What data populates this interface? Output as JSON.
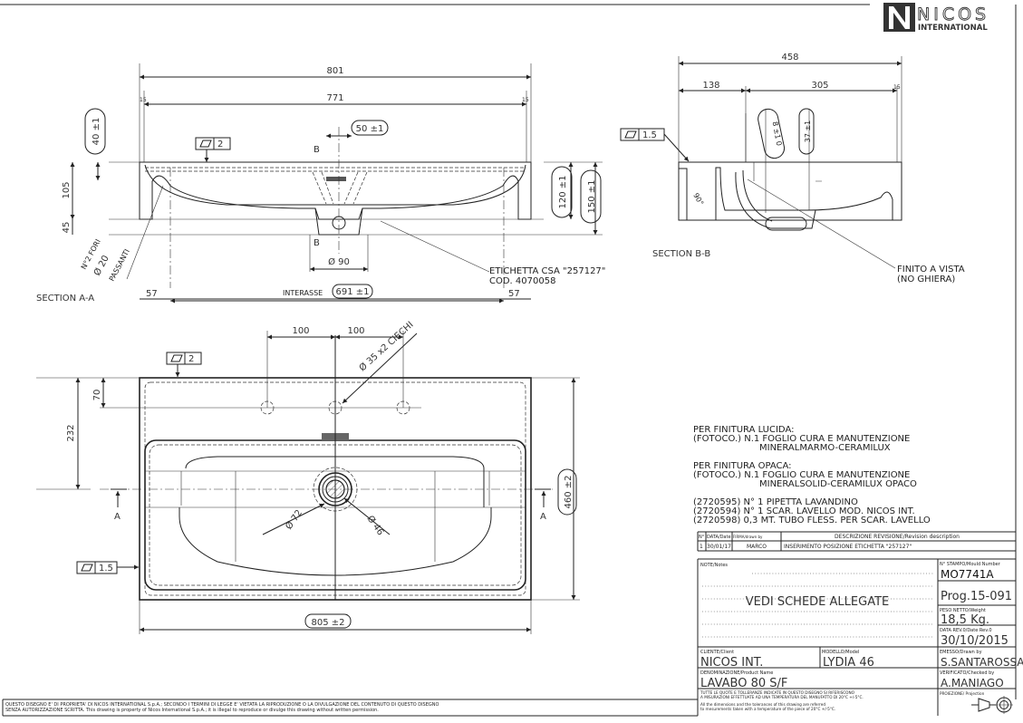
{
  "logo": {
    "brand": "NICOS",
    "sub": "INTERNATIONAL"
  },
  "section_aa": {
    "label": "SECTION A-A",
    "dim_801": "801",
    "dim_771": "771",
    "dim_15_left": "15",
    "dim_15_right": "15",
    "dim_40": "40 ±1",
    "dim_105": "105",
    "dim_45": "45",
    "dim_120": "120 ±1",
    "dim_150": "150 ±1",
    "dim_50": "50 ±1",
    "flatness": "2",
    "cut_b": "B",
    "dim_90": "Ø 90",
    "holes_1": "N°2 FORI",
    "holes_2": "Ø 20",
    "holes_3": "PASSANTI",
    "interasse_label": "INTERASSE",
    "interasse": "691 ±1",
    "dim_57_left": "57",
    "dim_57_right": "57",
    "label_1": "ETICHETTA CSA \"257127\"",
    "label_2": "COD. 4070058"
  },
  "section_bb": {
    "label": "SECTION B-B",
    "dim_458": "458",
    "dim_138": "138",
    "dim_305": "305",
    "dim_15": "15",
    "dim_8": "8 ±1 0",
    "dim_37": "37 ±1",
    "flatness": "1.5",
    "angle": "90°",
    "finish_1": "FINITO A VISTA",
    "finish_2": "(NO GHIERA)"
  },
  "plan": {
    "dim_100_left": "100",
    "dim_100_right": "100",
    "holes": "Ø 35 x2 CIECHI",
    "flatness_top": "2",
    "flatness_side": "1.5",
    "dim_70": "70",
    "dim_232": "232",
    "dim_460": "460 ±2",
    "dim_805": "805 ±2",
    "dim_72": "Ø 72",
    "dim_46": "Ø 46",
    "cut_a": "A"
  },
  "notes": [
    "PER FINITURA LUCIDA:",
    "(FOTOCO.) N.1 FOGLIO CURA E MANUTENZIONE",
    "MINERALMARMO-CERAMILUX",
    "PER FINITURA OPACA:",
    "(FOTOCO.) N.1 FOGLIO CURA E MANUTENZIONE",
    "MINERALSOLID-CERAMILUX OPACO",
    "(2720595) N° 1 PIPETTA LAVANDINO",
    "(2720594) N° 1 SCAR. LAVELLO MOD. NICOS INT.",
    "(2720598) 0,3 MT. TUBO FLESS. PER SCAR. LAVELLO"
  ],
  "revision": {
    "h_n": "N°",
    "h_date": "DATA/Date",
    "h_by": "FIRMA/drawn by",
    "h_desc": "DESCRIZIONE REVISIONE/Revision description",
    "n": "1",
    "date": "30/01/17",
    "by": "MARCO",
    "desc": "INSERIMENTO POSIZIONE ETICHETTA \"257127\""
  },
  "title_block": {
    "notes_label": "NOTE/Notes",
    "notes_value": "VEDI SCHEDE ALLEGATE",
    "mould_label": "N° STAMPO/Mould Number",
    "mould": "MO7741A",
    "prog": "Prog.15-091",
    "weight_label": "PESO NETTO/Weight",
    "weight": "18,5 Kg.",
    "rev_date_label": "DATA REV.0/Date Rev.0",
    "rev_date": "30/10/2015",
    "client_label": "CLIENTE/Client",
    "client": "NICOS INT.",
    "model_label": "MODELLO/Model",
    "model": "LYDIA 46",
    "drawn_label": "EMESSO/Drawn by",
    "drawn": "S.SANTAROSSA",
    "product_label": "DENOMINAZIONE/Product Name",
    "product": "LAVABO 80 S/F",
    "checked_label": "VERIFICATO/Checked by",
    "checked": "A.MANIAGO",
    "tol_it_1": "TUTTE LE QUOTE E TOLLERANZE INDICATE IN QUESTO DISEGNO SI RIFERISCONO",
    "tol_it_2": "A MISURAZIONI EFFETTUATE AD UNA TEMPERATURA DEL MANUFATTO DI 20°C +/-5°C.",
    "tol_en_1": "All the dimensions and the tolerances of this drawing are referred",
    "tol_en_2": "to mesurements taken with a temperature of the piece of 20°C +/-5°C.",
    "projection_label": "PROIEZIONE/ Projection"
  },
  "disclaimer": {
    "line1": "QUESTO DISEGNO E' DI PROPRIETA' DI NICOS INTERNATIONAL S.p.A.; SECONDO I TERMINI DI LEGGE E' VIETATA LA RIPRODUZIONE O LA DIVULGAZIONE DEL CONTENUTO DI QUESTO DISEGNO",
    "line2": "SENZA AUTORIZZAZIONE SCRITTA. This drawing is property of Nicos International S.p.A.; it is illegal to reproduce or divulge this drawing without written permission."
  }
}
